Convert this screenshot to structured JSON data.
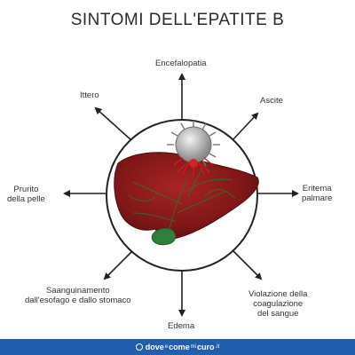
{
  "title": "SINTOMI DELL'EPATITE B",
  "symptoms": {
    "top": "Encefalopatia",
    "top_right": "Ascite",
    "right_line1": "Eritema",
    "right_line2": "palmare",
    "bottom_right_line1": "Violazione della",
    "bottom_right_line2": "coagulazione",
    "bottom_right_line3": "del sangue",
    "bottom": "Edema",
    "bottom_left_line1": "Saanguinamento",
    "bottom_left_line2": "dall'esofago e dallo stomaco",
    "left_line1": "Prurito",
    "left_line2": "della pelle",
    "top_left": "Ittero"
  },
  "footer": {
    "part1": "dove",
    "part2": "e",
    "part3": "come",
    "part4": "mi",
    "part5": "curo",
    "part6": ".it"
  },
  "colors": {
    "liver": "#8b1a1a",
    "gallbladder": "#2e7d3a",
    "footer": "#1f5fae"
  }
}
